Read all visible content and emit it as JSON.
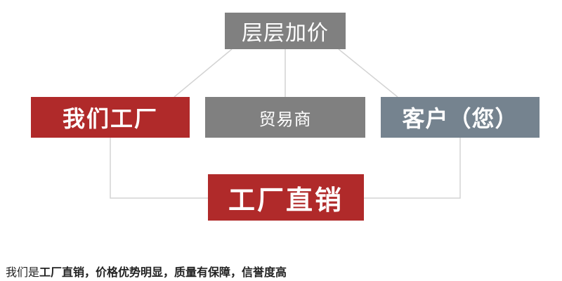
{
  "diagram": {
    "top": "层层加价",
    "left": "我们工厂",
    "middle": "贸易商",
    "right": "客户（您）",
    "bottom": "工厂直销"
  },
  "caption": {
    "plain": "我们是",
    "strong": "工厂直销，价格优势明显，质量有保障，信誉度高"
  },
  "colors": {
    "top_box": "#808080",
    "left_box": "#b02a2a",
    "middle_box": "#808080",
    "right_box": "#75838f",
    "bottom_box": "#b02a2a",
    "connector": "#d3d3d3"
  }
}
